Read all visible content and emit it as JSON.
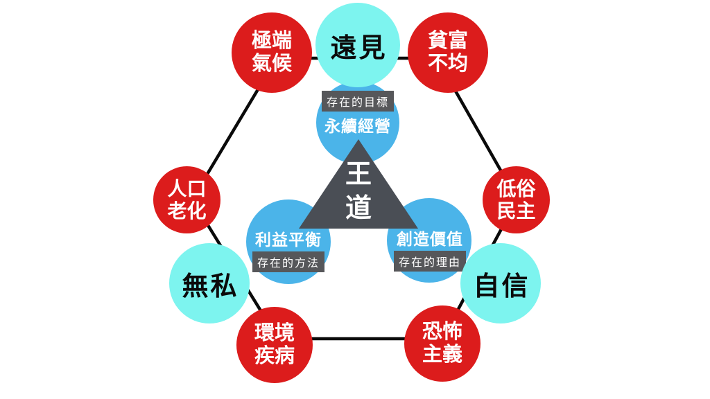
{
  "colors": {
    "red": "#dc1c1c",
    "cyan": "#7df4ef",
    "blue": "#4bb4e9",
    "triangle": "#4a4e55",
    "label_bg": "#56575a",
    "line": "#0a0a0a"
  },
  "center_triangle": {
    "line1": "王",
    "line2": "道"
  },
  "principles": {
    "purpose": {
      "tag": "存在的目標",
      "name": "永續經營"
    },
    "method": {
      "name": "利益平衡",
      "tag": "存在的方法"
    },
    "reason": {
      "name": "創造價值",
      "tag": "存在的理由"
    }
  },
  "threats": [
    {
      "line1": "極端",
      "line2": "氣候"
    },
    {
      "line1": "貧富",
      "line2": "不均"
    },
    {
      "line1": "低俗",
      "line2": "民主"
    },
    {
      "line1": "人口",
      "line2": "老化"
    },
    {
      "line1": "環境",
      "line2": "疾病"
    },
    {
      "line1": "恐怖",
      "line2": "主義"
    }
  ],
  "virtues": [
    {
      "label": "遠見"
    },
    {
      "label": "無私"
    },
    {
      "label": "自信"
    }
  ]
}
